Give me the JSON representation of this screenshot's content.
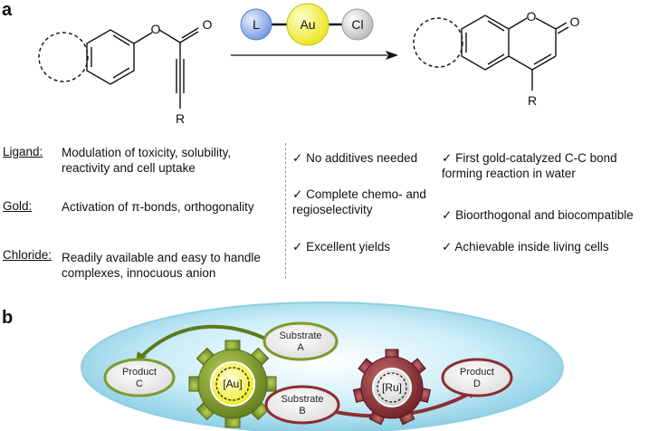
{
  "panel_a": {
    "letter": "a",
    "reactant_r": "R",
    "product_r": "R",
    "catalyst": {
      "ligand": "L",
      "metal": "Au",
      "halide": "Cl"
    },
    "components": [
      {
        "label": "Ligand:",
        "text": "Modulation of toxicity, solubility, reactivity and cell uptake"
      },
      {
        "label": "Gold:",
        "text": "Activation of π-bonds, orthogonality"
      },
      {
        "label": "Chloride:",
        "text": "Readily available and easy to handle complexes, innocuous anion"
      }
    ],
    "features_left": [
      "No additives needed",
      "Complete chemo- and regioselectivity",
      "Excellent yields"
    ],
    "features_right": [
      "First gold-catalyzed C-C bond forming reaction in water",
      "Bioorthogonal and biocompatible",
      "Achievable inside living cells"
    ],
    "check_mark": "✓"
  },
  "panel_b": {
    "letter": "b",
    "gear_au": "[Au]",
    "gear_ru": "[Ru]",
    "substrate_a": [
      "Substrate",
      "A"
    ],
    "product_c": [
      "Product",
      "C"
    ],
    "substrate_b": [
      "Substrate",
      "B"
    ],
    "product_d": [
      "Product",
      "D"
    ]
  },
  "colors": {
    "ligand_blue": "#7ea6e8",
    "gold_yellow": "#f2ee2c",
    "chloride_gray": "#cfcfcf",
    "dish_blue": "#bfe7f3",
    "au_green": "#7e9a2c",
    "ru_red": "#8c2d32"
  }
}
